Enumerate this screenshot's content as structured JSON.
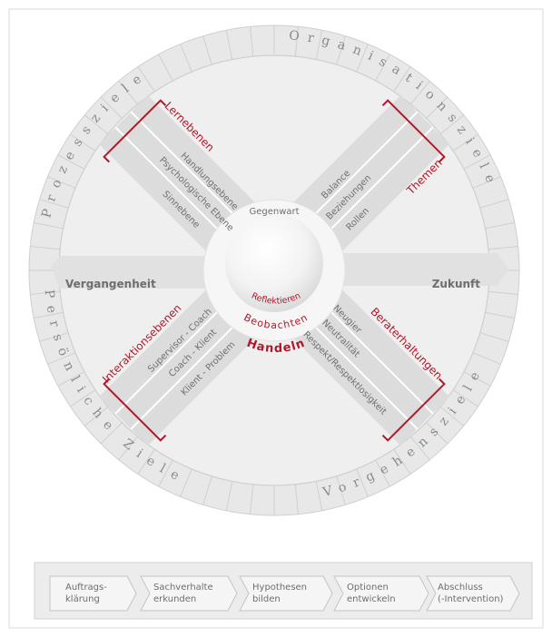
{
  "ring": {
    "top_left": "Prozessziele",
    "top_right": "Organisationsziele",
    "bottom_left": "Persönliche Ziele",
    "bottom_right": "Vorgehensziele"
  },
  "timeline": {
    "past": "Vergangenheit",
    "present": "Gegenwart",
    "future": "Zukunft"
  },
  "center": {
    "line1": "Reflektieren",
    "line2": "Beobachten",
    "line3": "Handeln"
  },
  "arms": {
    "top_left": {
      "heading": "Lernebenen",
      "items": [
        "Handlungsebene",
        "Psychologische Ebene",
        "Sinnebene"
      ]
    },
    "top_right": {
      "heading": "Themen",
      "items": [
        "Rollen",
        "Beziehungen",
        "Balance"
      ]
    },
    "bottom_left": {
      "heading": "Interaktionsebenen",
      "items": [
        "Supervisor - Coach",
        "Coach - Klient",
        "Klient - Problem"
      ]
    },
    "bottom_right": {
      "heading": "Beraterhaltungen",
      "items": [
        "Neugier",
        "Neutralität",
        "Respekt/Respektlosigkeit"
      ]
    }
  },
  "process": {
    "steps": [
      {
        "line1": "Auftrags-",
        "line2": "klärung"
      },
      {
        "line1": "Sachverhalte",
        "line2": "erkunden"
      },
      {
        "line1": "Hypothesen",
        "line2": "bilden"
      },
      {
        "line1": "Optionen",
        "line2": "entwickeln"
      },
      {
        "line1": "Abschluss",
        "line2": "(-Intervention)"
      }
    ]
  },
  "colors": {
    "accent": "#b0182a",
    "ring": "#e6e6e6",
    "band": "#d9d9d9",
    "text": "#6e6e6e"
  }
}
